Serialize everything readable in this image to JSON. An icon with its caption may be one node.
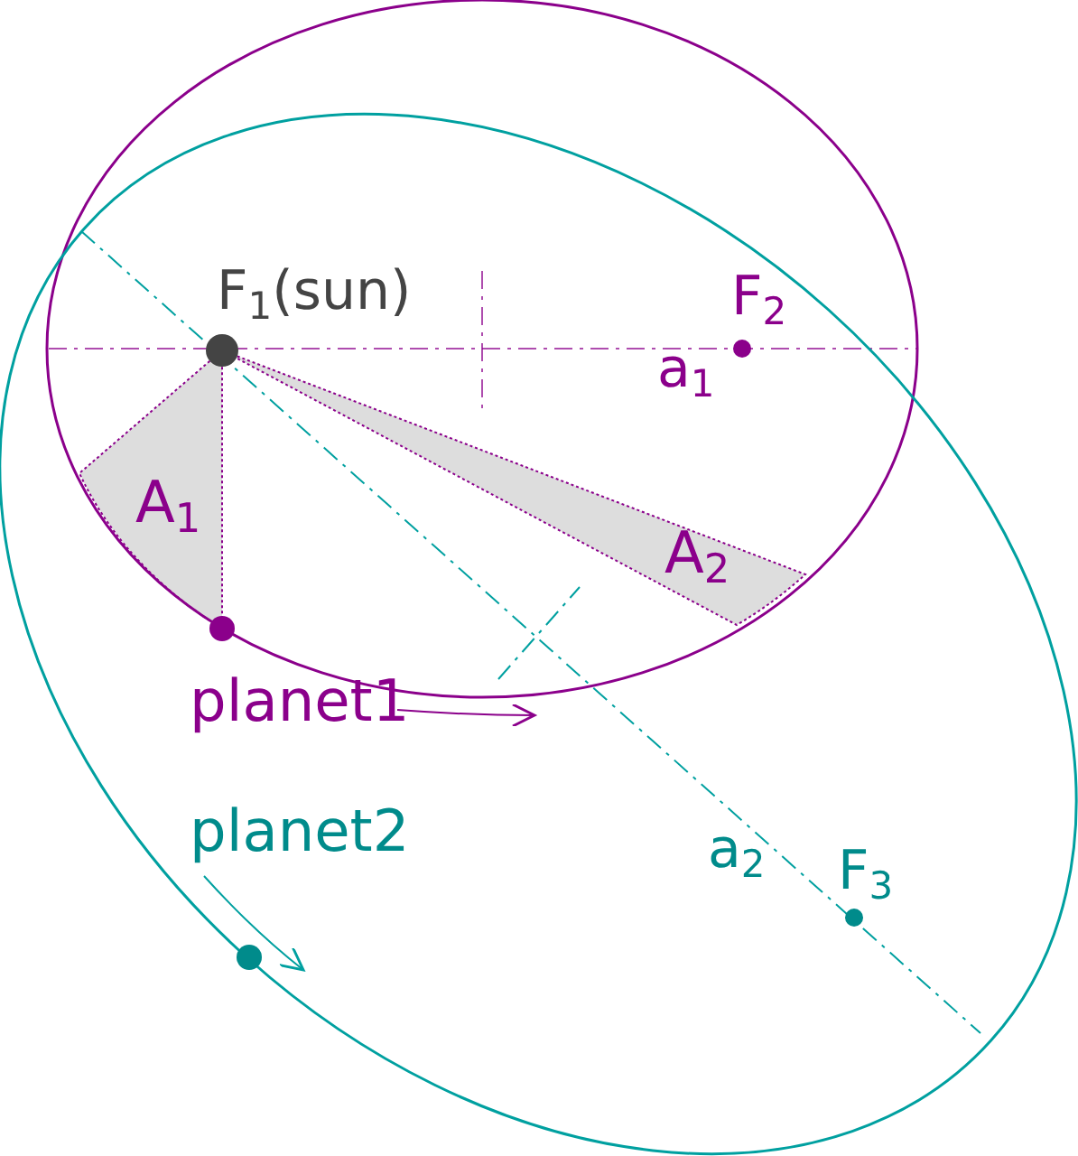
{
  "diagram": {
    "labels": [
      "F$_{1}$(sun)",
      "F$_{2}$",
      "a$_{1}$",
      "A$_{1}$",
      "A$_{2}$",
      "planet1",
      "planet2",
      "a$_{2}$",
      "F$_{3}$"
    ]
  }
}
